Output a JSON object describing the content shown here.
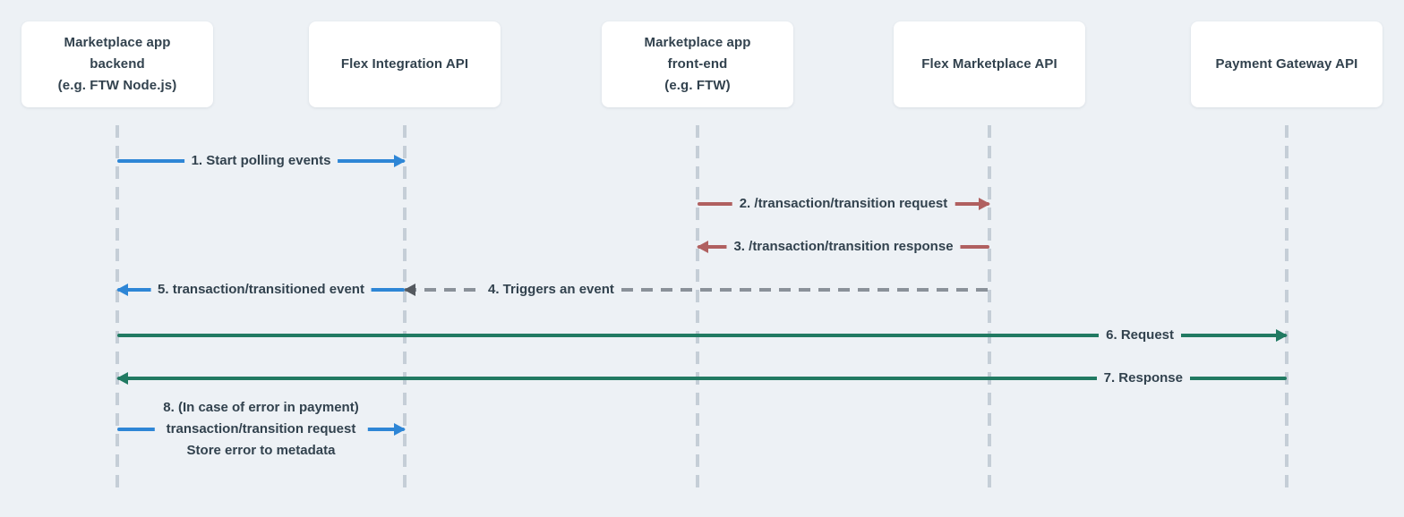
{
  "colors": {
    "background": "#edf1f5",
    "text": "#32424e",
    "lifeline": "#c5ced7",
    "blue_arrow": "#2e86d6",
    "red_arrow": "#b06060",
    "green_arrow": "#217a62",
    "gray_dashed_arrow": "#8a9199"
  },
  "participants": [
    {
      "lines": [
        "Marketplace app",
        "backend",
        "(e.g. FTW Node.js)"
      ]
    },
    {
      "lines": [
        "Flex Integration API"
      ]
    },
    {
      "lines": [
        "Marketplace app",
        "front-end",
        "(e.g. FTW)"
      ]
    },
    {
      "lines": [
        "Flex Marketplace API"
      ]
    },
    {
      "lines": [
        "Payment Gateway API"
      ]
    }
  ],
  "messages": [
    {
      "label": "1. Start polling events",
      "from": "Marketplace app backend",
      "to": "Flex Integration API",
      "style": "solid-blue"
    },
    {
      "label": "2. /transaction/transition request",
      "from": "Marketplace app front-end",
      "to": "Flex Marketplace API",
      "style": "solid-red"
    },
    {
      "label": "3. /transaction/transition response",
      "from": "Flex Marketplace API",
      "to": "Marketplace app front-end",
      "style": "solid-red"
    },
    {
      "label": "4. Triggers an event",
      "from": "Flex Marketplace API",
      "to": "Flex Integration API",
      "style": "dashed-gray"
    },
    {
      "label": "5. transaction/transitioned event",
      "from": "Flex Integration API",
      "to": "Marketplace app backend",
      "style": "solid-blue"
    },
    {
      "label": "6. Request",
      "from": "Marketplace app backend",
      "to": "Payment Gateway API",
      "style": "solid-green"
    },
    {
      "label": "7. Response",
      "from": "Payment Gateway API",
      "to": "Marketplace app backend",
      "style": "solid-green"
    },
    {
      "lines": [
        "8. (In case of error in payment)",
        "transaction/transition request",
        "Store error to metadata"
      ],
      "from": "Marketplace app backend",
      "to": "Flex Integration API",
      "style": "solid-blue"
    }
  ]
}
